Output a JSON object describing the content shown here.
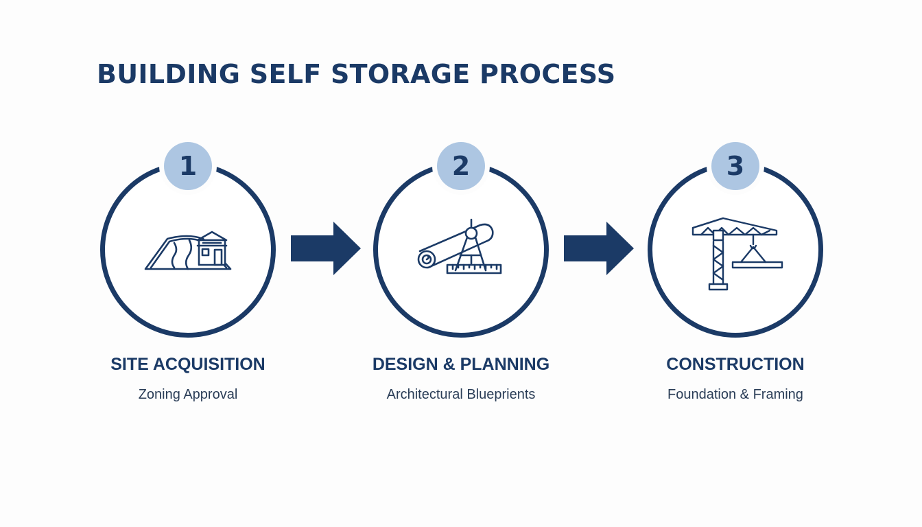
{
  "title": "BUILDING SELF STORAGE PROCESS",
  "colors": {
    "primary": "#1b3a66",
    "badge": "#adc6e2",
    "background": "#fdfdfd"
  },
  "steps": [
    {
      "number": "1",
      "title": "SITE ACQUISITION",
      "subtitle": "Zoning Approval",
      "icon": "land-house-icon"
    },
    {
      "number": "2",
      "title": "DESIGN & PLANNING",
      "subtitle": "Architectural Blueprients",
      "icon": "blueprint-compass-icon"
    },
    {
      "number": "3",
      "title": "CONSTRUCTION",
      "subtitle": "Foundation & Framing",
      "icon": "crane-icon"
    }
  ],
  "connectors": [
    "arrow-right-icon",
    "arrow-right-icon"
  ]
}
